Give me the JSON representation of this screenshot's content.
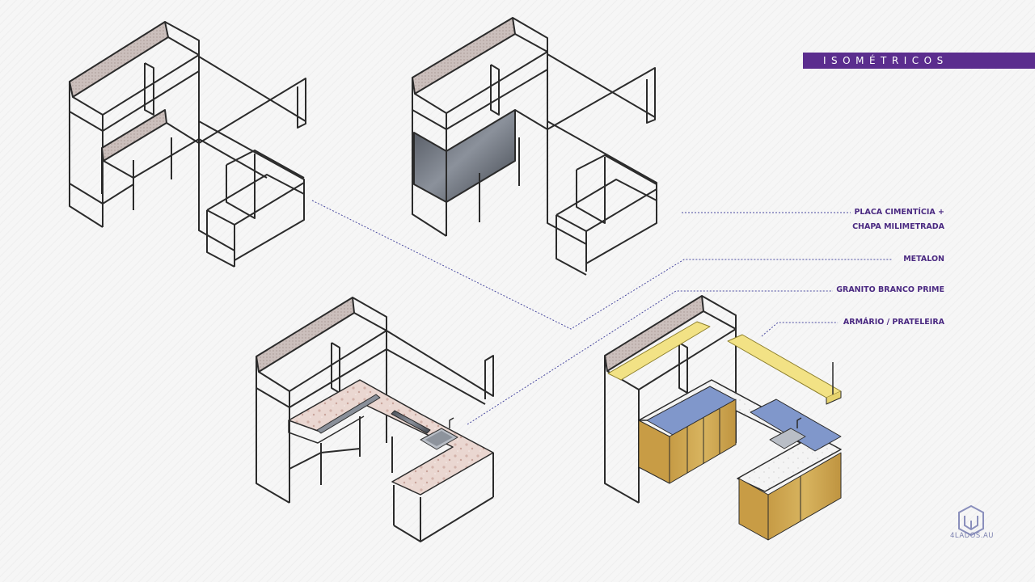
{
  "header": {
    "title": "ISOMÉTRICOS"
  },
  "legend": [
    {
      "id": "placa",
      "lines": [
        "PLACA CIMENTÍCIA +",
        "CHAPA MILIMETRADA"
      ]
    },
    {
      "id": "metalon",
      "lines": [
        "METALON"
      ]
    },
    {
      "id": "granito",
      "lines": [
        "GRANITO BRANCO PRIME"
      ]
    },
    {
      "id": "armario",
      "lines": [
        "ARMÁRIO / PRATELEIRA"
      ]
    }
  ],
  "logo": {
    "text": "4LADOS.AU"
  },
  "colors": {
    "accent": "#5b2d8e",
    "label": "#4b2a82",
    "frame": "#2b2b2b",
    "leader": "#4a4aa0",
    "granite_pink": "#e8d2cc",
    "wood": "#c9a24b",
    "shelf_yellow": "#f3e58a",
    "blue_top": "#7f95c8",
    "white_granite": "#f3f3f3"
  }
}
